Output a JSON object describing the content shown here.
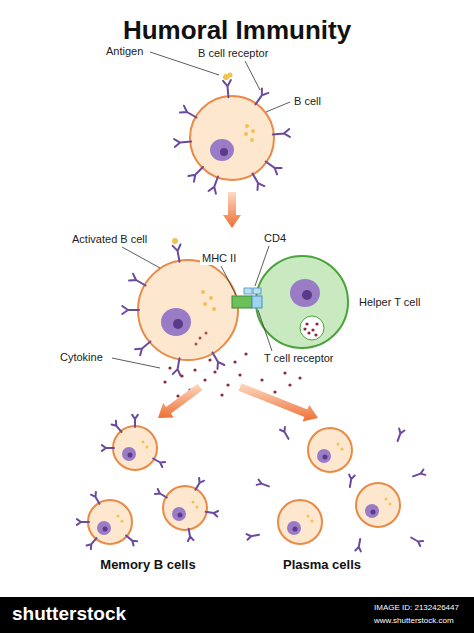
{
  "diagram": {
    "title": "Humoral Immunity",
    "nodes": [
      {
        "text": [
          "B cell"
        ]
      },
      {
        "text": [
          "Activated B cell"
        ]
      },
      {
        "text": [
          "Helper T cell"
        ]
      },
      {
        "text": [
          "Memory B cells"
        ]
      },
      {
        "text": [
          "Plasma cells"
        ]
      }
    ],
    "edges": [
      {
        "from": 0,
        "to": 1,
        "arrow": "to"
      },
      {
        "from": 1,
        "to": 3,
        "arrow": "to"
      },
      {
        "from": 1,
        "to": 4,
        "arrow": "to"
      }
    ],
    "labels": [
      "Antigen",
      "B cell receptor",
      "MHC II",
      "CD4",
      "Cytokine",
      "T cell receptor",
      "shutterstock",
      "IMAGE ID: 2132426447",
      "www.shutterstock.com"
    ]
  }
}
